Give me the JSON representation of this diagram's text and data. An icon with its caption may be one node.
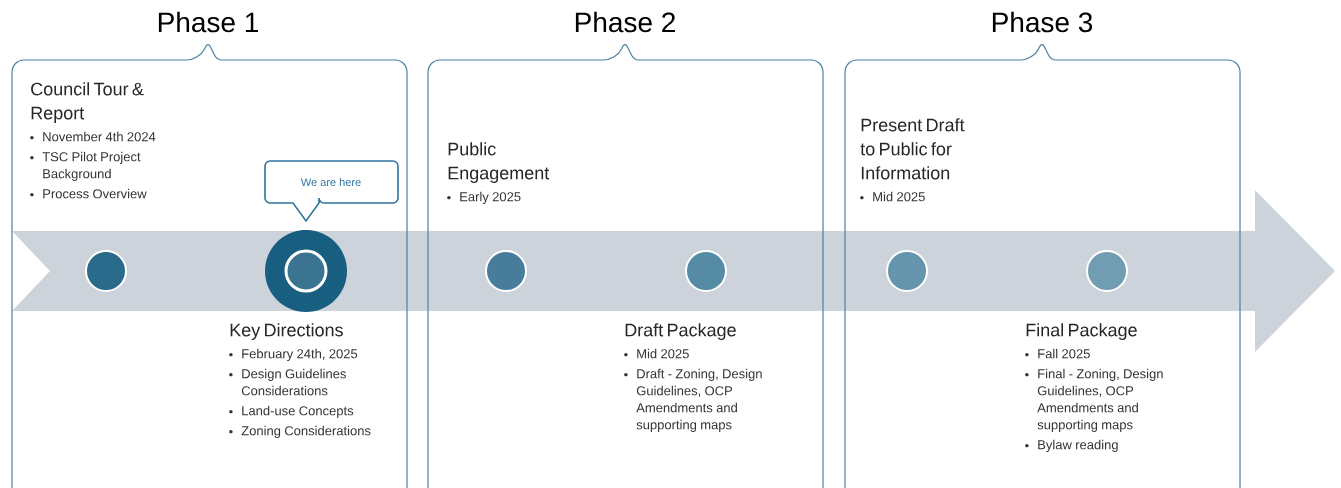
{
  "diagram": {
    "nodes": [
      {
        "text": [
          "Phase 1"
        ]
      },
      {
        "text": [],
        "shape": "circle",
        "in": 0,
        "beside": [
          "Council Tour & Report",
          "November 4th 2024",
          "TSC Pilot Project Background",
          "Process Overview"
        ]
      },
      {
        "text": [
          "We are here"
        ],
        "in": 0
      },
      {
        "text": [],
        "shape": "circle",
        "in": 0,
        "beside": [
          "Key Directions",
          "February 24th, 2025",
          "Design Guidelines Considerations",
          "Land-use Concepts",
          "Zoning Considerations"
        ]
      },
      {
        "text": [
          "Phase 2"
        ]
      },
      {
        "text": [],
        "shape": "circle",
        "in": 4,
        "beside": [
          "Public Engagement",
          "Early 2025"
        ]
      },
      {
        "text": [],
        "shape": "circle",
        "in": 4,
        "beside": [
          "Draft Package",
          "Mid 2025",
          "Draft - Zoning, Design Guidelines, OCP Amendments and supporting maps"
        ]
      },
      {
        "text": [
          "Phase 3"
        ]
      },
      {
        "text": [],
        "shape": "circle",
        "in": 7,
        "beside": [
          "Present Draft to Public for Information",
          "Mid 2025"
        ]
      },
      {
        "text": [],
        "shape": "circle",
        "in": 7,
        "beside": [
          "Final Package",
          "Fall 2025",
          "Final - Zoning, Design Guidelines, OCP Amendments and supporting maps",
          "Bylaw reading"
        ]
      }
    ]
  }
}
